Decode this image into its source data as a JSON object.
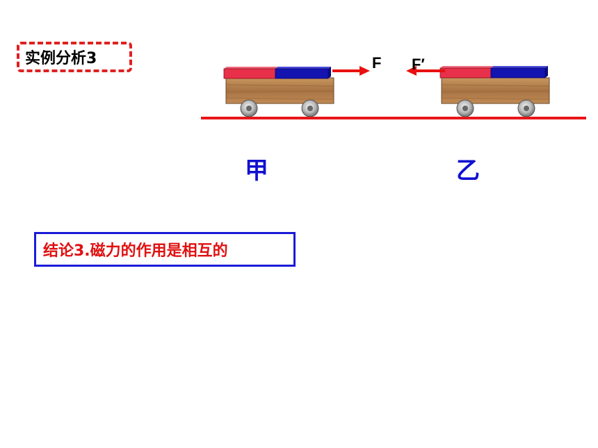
{
  "title": "实例分析3",
  "force_left": "F",
  "force_right": "F′",
  "cart_left": "甲",
  "cart_right": "乙",
  "conclusion": "结论3.磁力的作用是相互的",
  "colors": {
    "ground": "#e8161a",
    "magnet_north": "#e8304a",
    "magnet_south": "#1414b0",
    "arrow": "#e81010",
    "wood": "#b88556",
    "label_blue": "#1010d0"
  },
  "icons": [
    "cart",
    "magnet",
    "wheel",
    "force-arrow"
  ]
}
